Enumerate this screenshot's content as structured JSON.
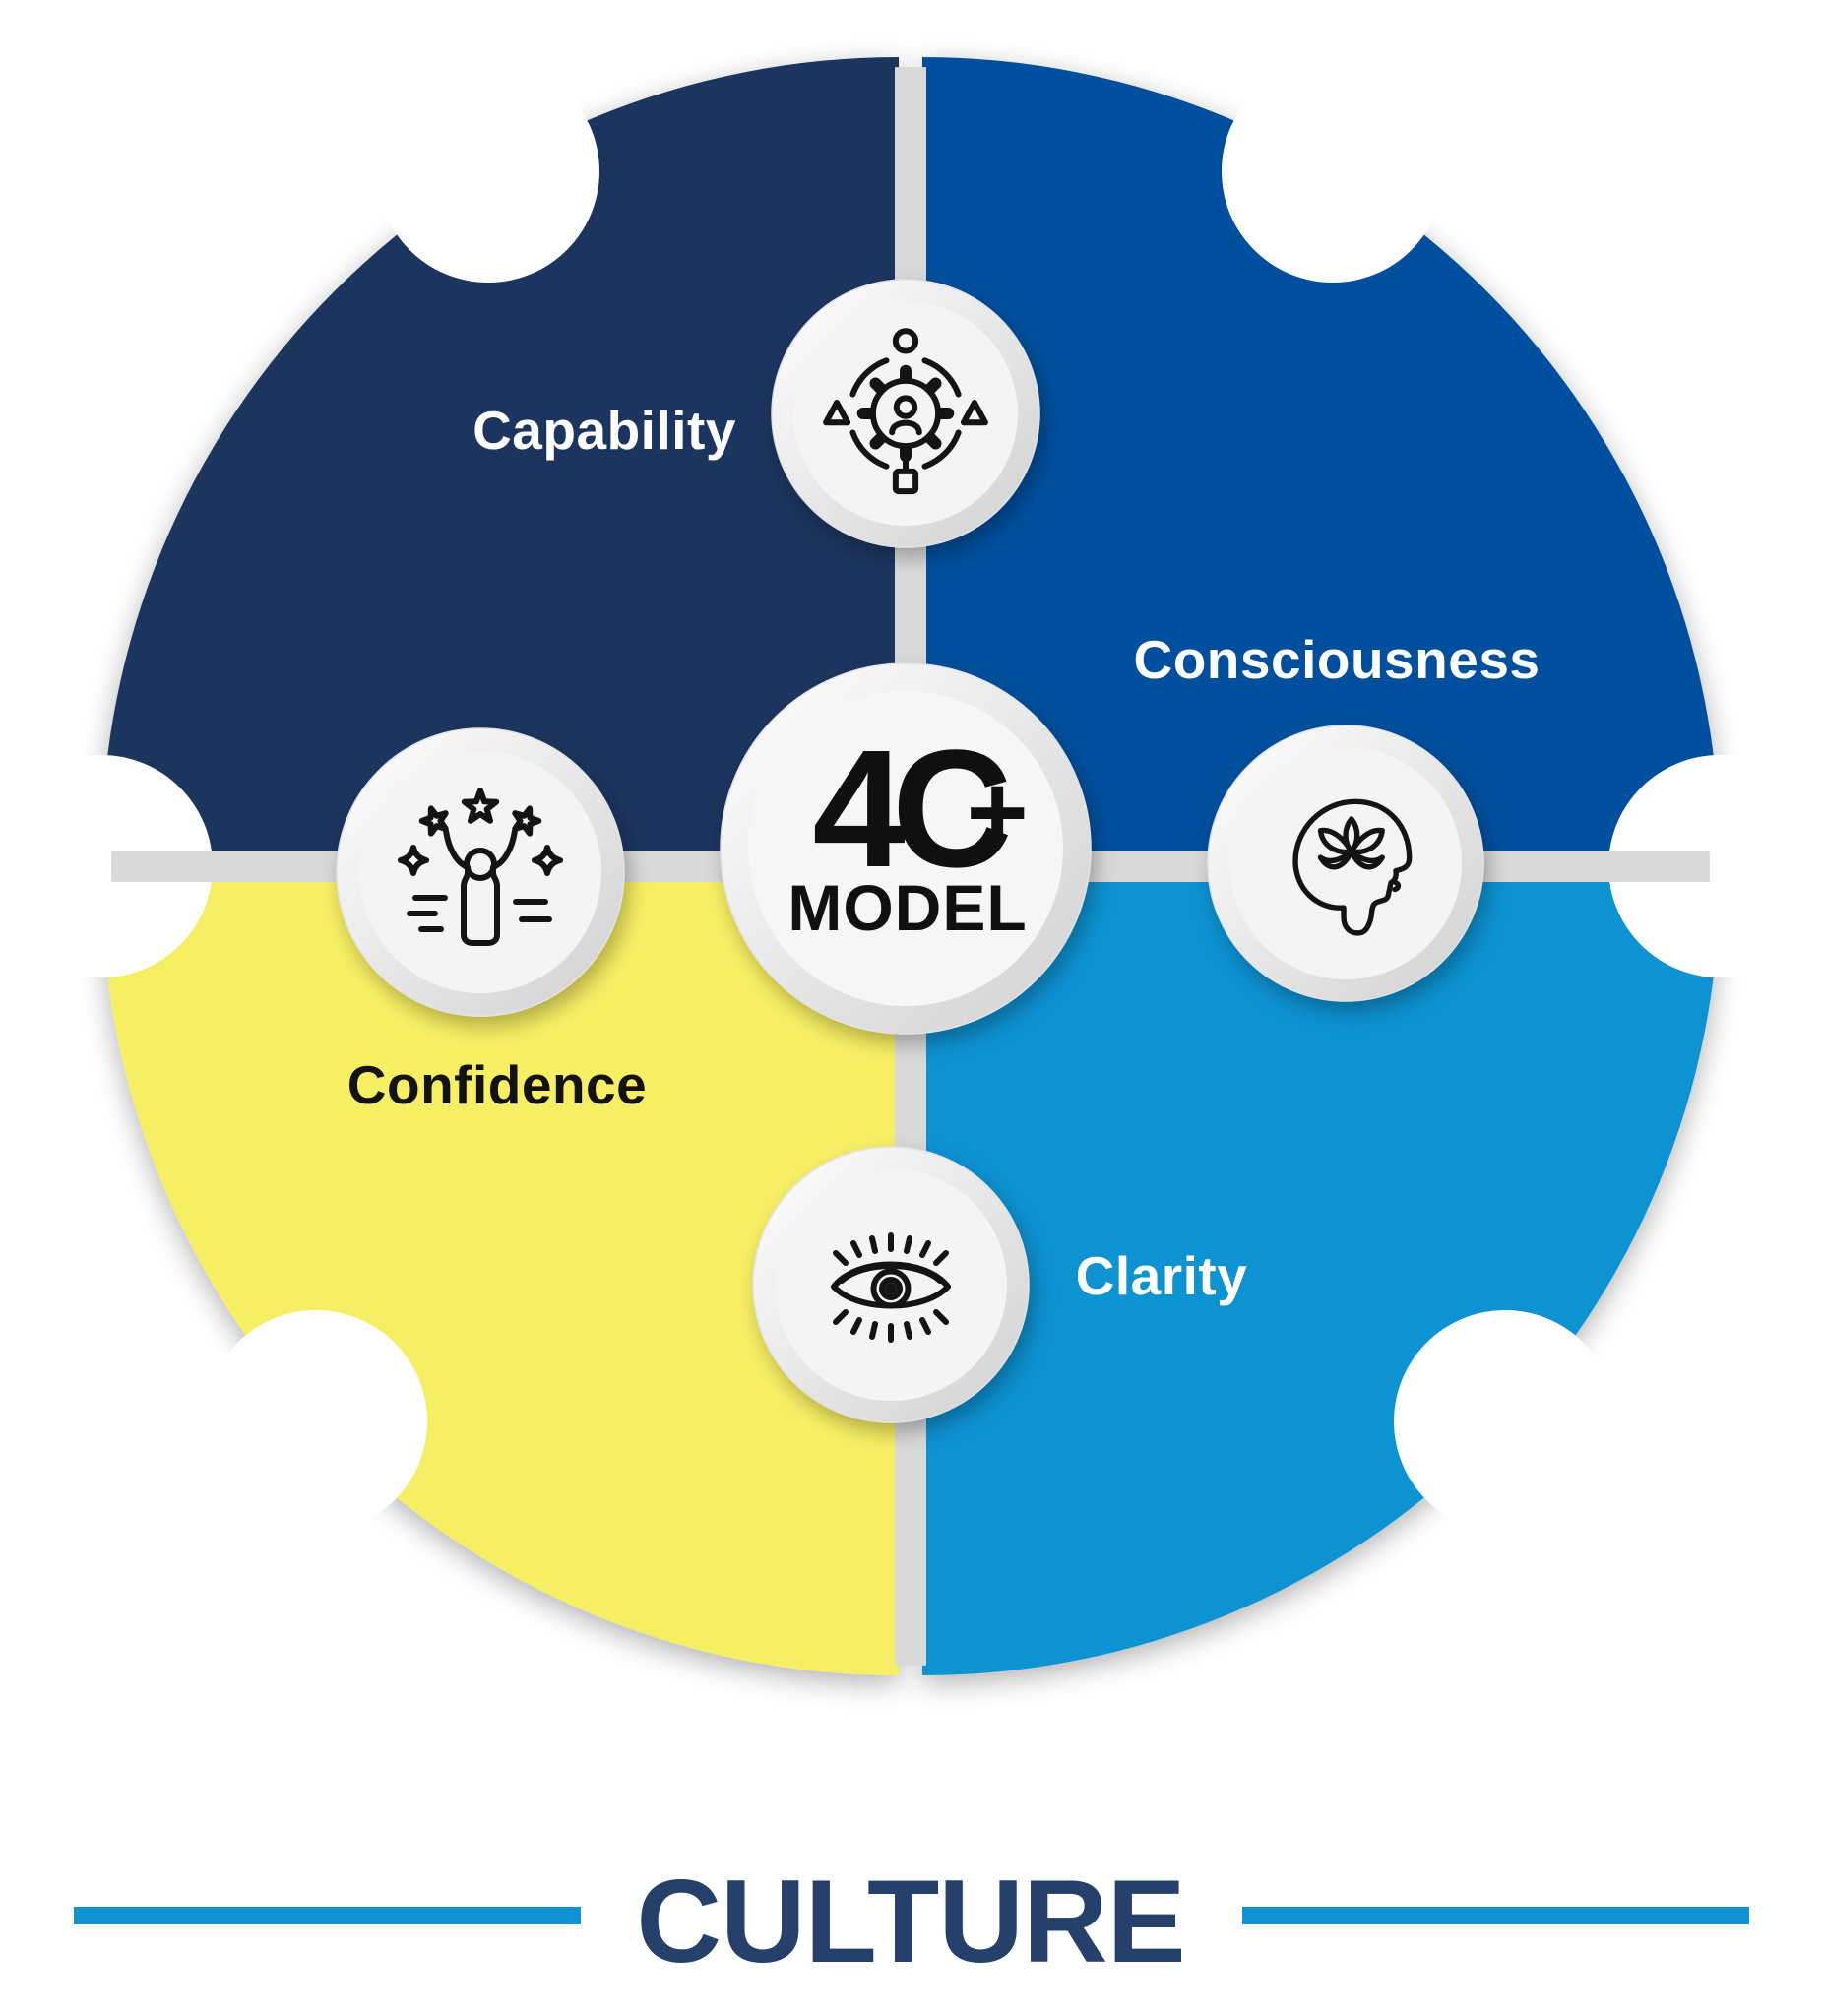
{
  "wheel": {
    "center_logo": {
      "digit": "4",
      "letter": "C",
      "plus": "+",
      "sub": "MODEL"
    },
    "quadrants": [
      {
        "label": "Capability",
        "position": "top-left",
        "color_key": "navy",
        "icon": "capability-process-icon"
      },
      {
        "label": "Consciousness",
        "position": "top-right",
        "color_key": "blue",
        "icon": "mindfulness-head-icon"
      },
      {
        "label": "Confidence",
        "position": "bottom-left",
        "color_key": "yellow",
        "icon": "celebration-person-icon"
      },
      {
        "label": "Clarity",
        "position": "bottom-right",
        "color_key": "lightblue",
        "icon": "eye-icon"
      }
    ]
  },
  "footer": {
    "title": "CULTURE"
  },
  "colors": {
    "navy": "#1a355e",
    "blue": "#03509e",
    "yellow": "#f7ef63",
    "lightblue": "#0c92d2",
    "divider": "#d9d9d9",
    "culture-text": "#24406b",
    "accent-bar": "#1091d1",
    "icon-stroke": "#141414",
    "label-light": "#ffffff",
    "label-dark": "#121212"
  }
}
